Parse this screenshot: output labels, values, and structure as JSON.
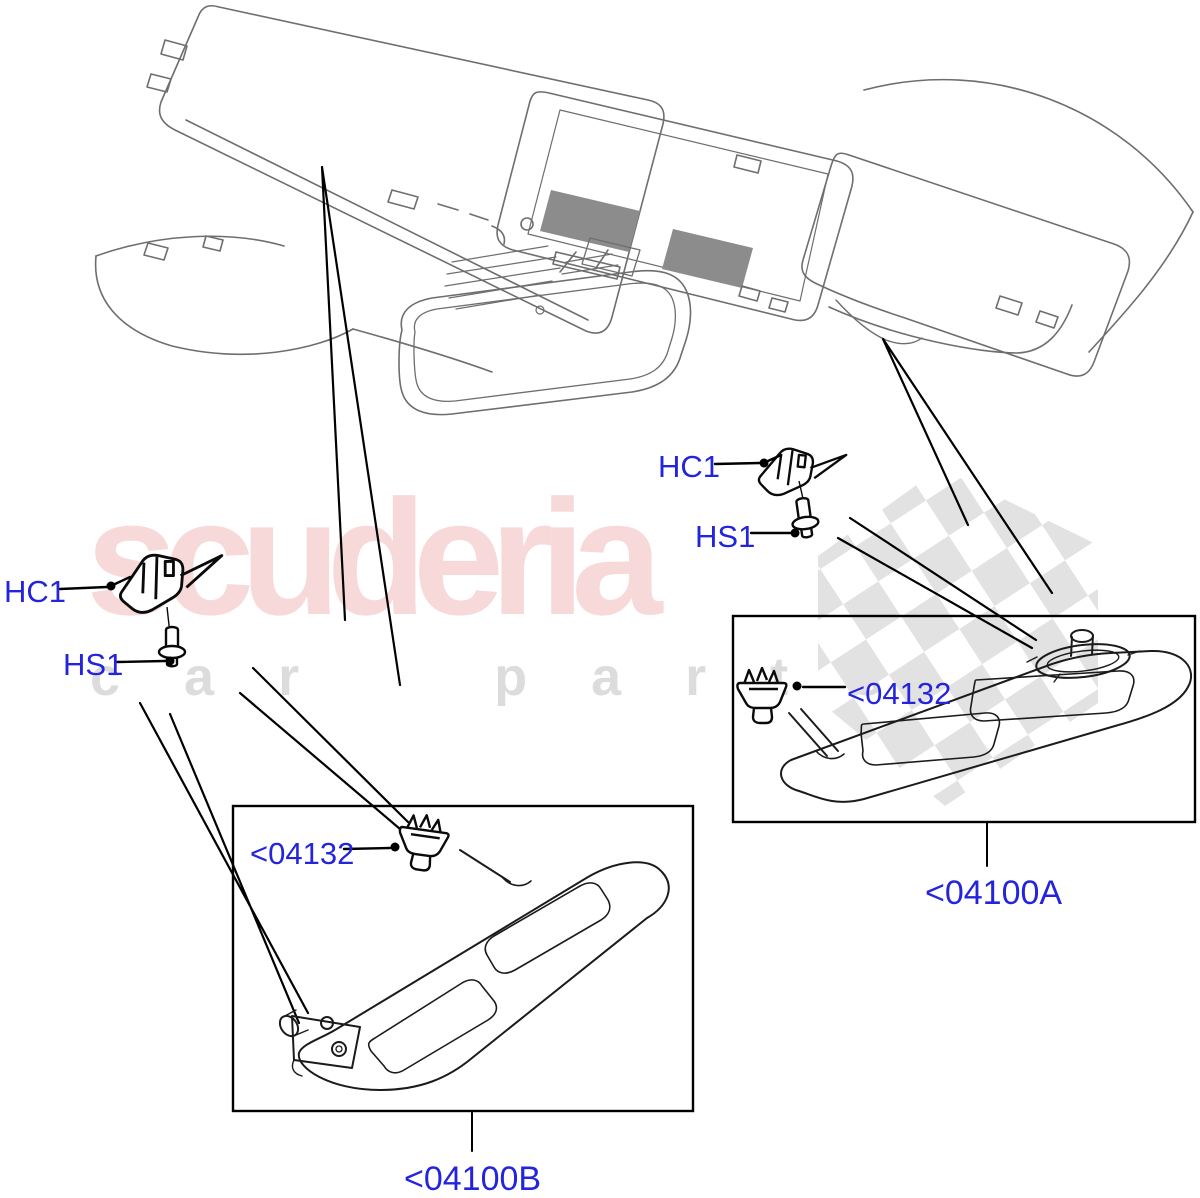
{
  "diagram": {
    "callouts": {
      "hc1_left": {
        "label": "HC1"
      },
      "hs1_left": {
        "label": "HS1"
      },
      "hc1_right": {
        "label": "HC1"
      },
      "hs1_right": {
        "label": "HS1"
      },
      "grommet_a": {
        "label": "<04132"
      },
      "grommet_b": {
        "label": "<04132"
      },
      "part_a": {
        "label": "<04100A"
      },
      "part_b": {
        "label": "<04100B"
      }
    },
    "colors": {
      "label_blue": "#2424dd",
      "line_black": "#000000",
      "art_gray": "#6e6e6e",
      "panel_gray": "#8c8c8c",
      "flag_gray": "#e2e2e2",
      "watermark_pink": "#f7d9d9",
      "watermark_gray": "#dcdcdc"
    }
  },
  "watermark": {
    "brand": "scuderia",
    "tagline": "car parts"
  }
}
